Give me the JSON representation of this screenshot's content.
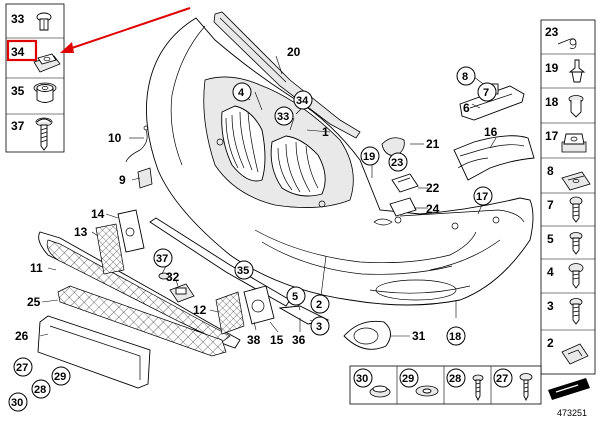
{
  "reference_number": "473251",
  "colors": {
    "highlight": "#e00000",
    "line": "#000000",
    "background": "#ffffff"
  },
  "left_column": {
    "items": [
      {
        "num": "33",
        "icon": "push-rivet-icon"
      },
      {
        "num": "34",
        "icon": "clip-nut-icon",
        "highlighted": true
      },
      {
        "num": "35",
        "icon": "expanding-nut-icon"
      },
      {
        "num": "37",
        "icon": "screw-icon"
      }
    ]
  },
  "right_column": {
    "items": [
      {
        "num": "23",
        "icon": "spring-clip-icon"
      },
      {
        "num": "19",
        "icon": "plastic-rivet-icon"
      },
      {
        "num": "18",
        "icon": "expanding-rivet-icon"
      },
      {
        "num": "17",
        "icon": "clip-nut-icon"
      },
      {
        "num": "8",
        "icon": "sheet-metal-nut-icon"
      },
      {
        "num": "7",
        "icon": "screw-icon"
      },
      {
        "num": "5",
        "icon": "screw-icon"
      },
      {
        "num": "4",
        "icon": "screw-icon"
      },
      {
        "num": "3",
        "icon": "screw-icon"
      },
      {
        "num": "2",
        "icon": "clip-icon"
      }
    ]
  },
  "bottom_row": {
    "items": [
      {
        "num": "30",
        "icon": "grommet-icon"
      },
      {
        "num": "29",
        "icon": "washer-icon"
      },
      {
        "num": "28",
        "icon": "screw-icon"
      },
      {
        "num": "27",
        "icon": "screw-icon"
      }
    ]
  },
  "callouts": {
    "c1": "1",
    "c2": "2",
    "c3": "3",
    "c4": "4",
    "c5": "5",
    "c6": "6",
    "c8": "8",
    "c9": "9",
    "c10": "10",
    "c11": "11",
    "c12": "12",
    "c13": "13",
    "c14": "14",
    "c15": "15",
    "c16": "16",
    "c17": "17",
    "c19": "19",
    "c20": "20",
    "c21": "21",
    "c22": "22",
    "c23": "23",
    "c24": "24",
    "c25": "25",
    "c26": "26",
    "c27": "27",
    "c28": "28",
    "c29": "29",
    "c30": "30",
    "c31": "31",
    "c32": "32",
    "c33": "33",
    "c34": "34",
    "c35": "35",
    "c36": "36",
    "c37": "37",
    "c38": "38",
    "c18": "18"
  }
}
